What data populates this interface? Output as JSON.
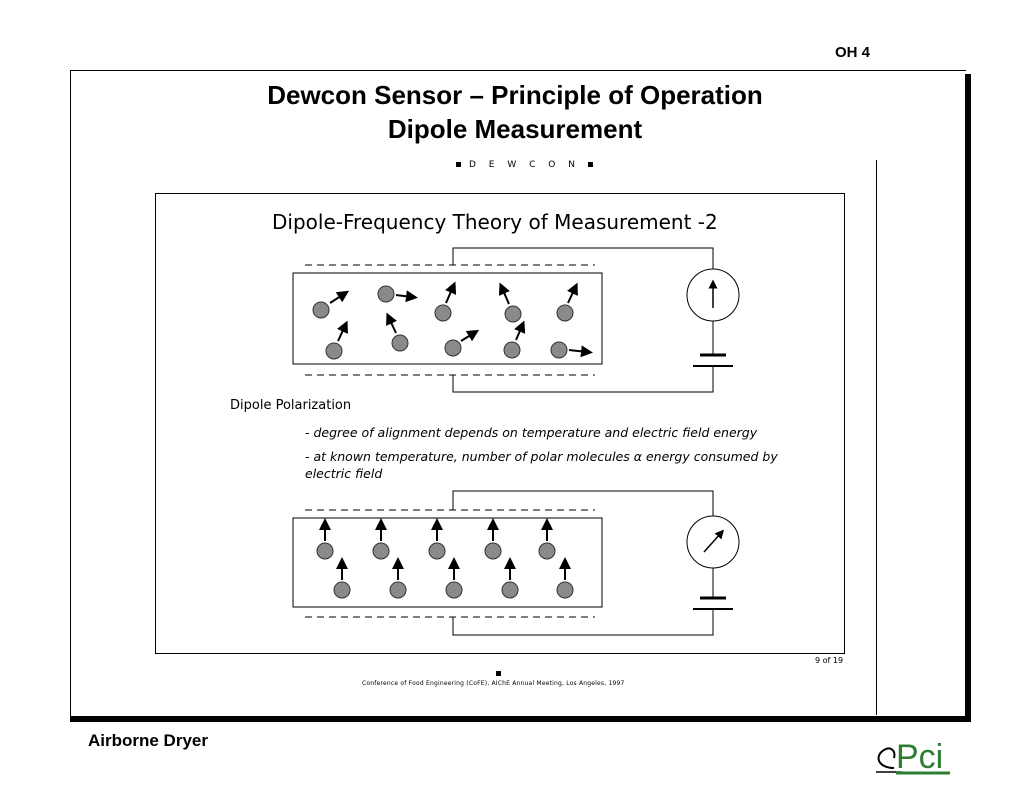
{
  "page_label": "OH 4",
  "title_line1": "Dewcon Sensor – Principle of Operation",
  "title_line2": "Dipole Measurement",
  "brand_tag": "D E W C O N",
  "inner_title": "Dipole-Frequency Theory of Measurement -2",
  "section_heading": "Dipole Polarization",
  "bullet1": "- degree of alignment depends on temperature and electric field energy",
  "bullet2": "- at known temperature, number of polar molecules α energy consumed by electric field",
  "page_number": "9 of 19",
  "footnote": "Conference of Food Engineering (CoFE), AIChE Annual Meeting, Los Angeles, 1997",
  "footer_text": "Airborne Dryer",
  "logo_text": "Pci",
  "colors": {
    "molecule": "#8a8a8a",
    "logo_green": "#2e7d32"
  }
}
